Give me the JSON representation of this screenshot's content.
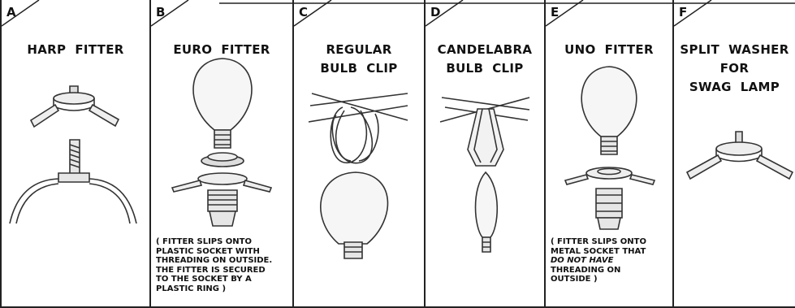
{
  "panels": [
    {
      "letter": "A",
      "title": "HARP  FITTER",
      "note": ""
    },
    {
      "letter": "B",
      "title": "EURO  FITTER",
      "note": "( FITTER SLIPS ONTO\nPLASTIC SOCKET WITH\nTHREADING ON OUTSIDE.\nTHE FITTER IS SECURED\nTO THE SOCKET BY A\nPLASTIC RING )"
    },
    {
      "letter": "C",
      "title": "REGULAR\nBULB  CLIP",
      "note": ""
    },
    {
      "letter": "D",
      "title": "CANDELABRA\nBULB  CLIP",
      "note": ""
    },
    {
      "letter": "E",
      "title": "UNO  FITTER",
      "note_lines": [
        "( FITTER SLIPS ONTO",
        "METAL SOCKET THAT",
        "DO NOT HAVE",
        "THREADING ON",
        "OUTSIDE )"
      ]
    },
    {
      "letter": "F",
      "title": "SPLIT  WASHER\nFOR\nSWAG  LAMP",
      "note": ""
    }
  ]
}
